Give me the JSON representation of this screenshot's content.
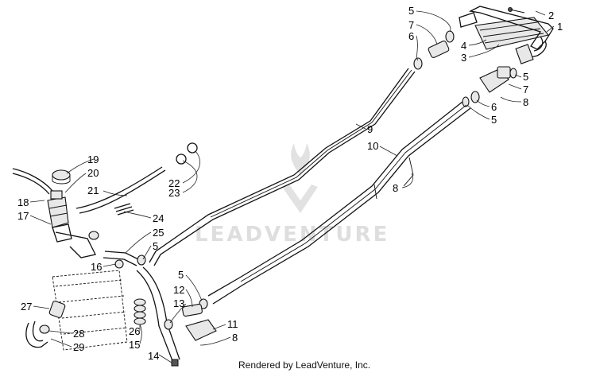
{
  "watermark": {
    "brand": "LEADVENTURE"
  },
  "footer": {
    "credit": "Rendered by LeadVenture, Inc."
  },
  "callouts": [
    {
      "id": "c5a",
      "label": "5"
    },
    {
      "id": "c2",
      "label": "2"
    },
    {
      "id": "c1",
      "label": "1"
    },
    {
      "id": "c7a",
      "label": "7"
    },
    {
      "id": "c6a",
      "label": "6"
    },
    {
      "id": "c4",
      "label": "4"
    },
    {
      "id": "c3",
      "label": "3"
    },
    {
      "id": "c5b",
      "label": "5"
    },
    {
      "id": "c7b",
      "label": "7"
    },
    {
      "id": "c8a",
      "label": "8"
    },
    {
      "id": "c6b",
      "label": "6"
    },
    {
      "id": "c5c",
      "label": "5"
    },
    {
      "id": "c9",
      "label": "9"
    },
    {
      "id": "c10",
      "label": "10"
    },
    {
      "id": "c8b",
      "label": "8"
    },
    {
      "id": "c19",
      "label": "19"
    },
    {
      "id": "c20",
      "label": "20"
    },
    {
      "id": "c21",
      "label": "21"
    },
    {
      "id": "c18",
      "label": "18"
    },
    {
      "id": "c17",
      "label": "17"
    },
    {
      "id": "c22",
      "label": "22"
    },
    {
      "id": "c23",
      "label": "23"
    },
    {
      "id": "c24",
      "label": "24"
    },
    {
      "id": "c25",
      "label": "25"
    },
    {
      "id": "c5d",
      "label": "5"
    },
    {
      "id": "c16",
      "label": "16"
    },
    {
      "id": "c5e",
      "label": "5"
    },
    {
      "id": "c12",
      "label": "12"
    },
    {
      "id": "c13",
      "label": "13"
    },
    {
      "id": "c27",
      "label": "27"
    },
    {
      "id": "c28",
      "label": "28"
    },
    {
      "id": "c29",
      "label": "29"
    },
    {
      "id": "c26",
      "label": "26"
    },
    {
      "id": "c15",
      "label": "15"
    },
    {
      "id": "c14",
      "label": "14"
    },
    {
      "id": "c11",
      "label": "11"
    },
    {
      "id": "c8c",
      "label": "8"
    }
  ]
}
